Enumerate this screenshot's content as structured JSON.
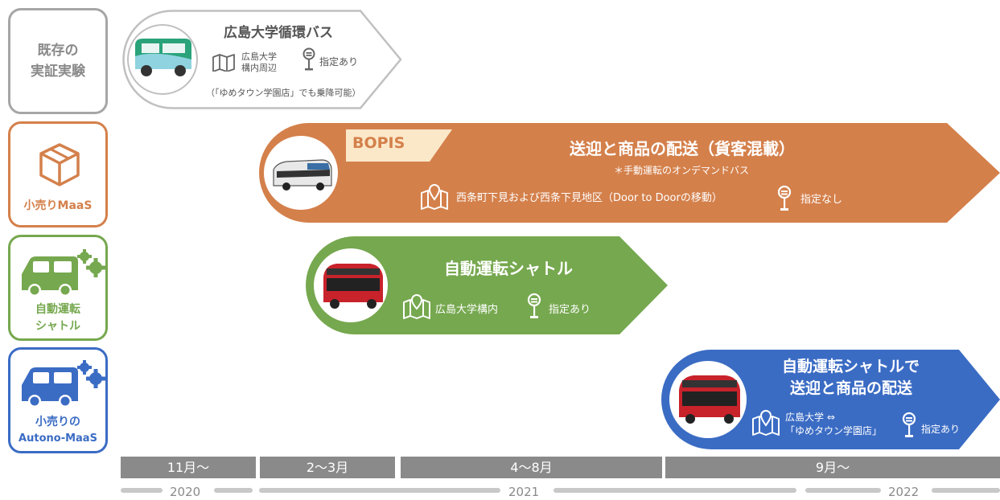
{
  "categories": {
    "existing": {
      "line1": "既存の",
      "line2": "実証実験",
      "color": "#a6a6a6"
    },
    "retail": {
      "label": "小売りMaaS",
      "color": "#d4804b"
    },
    "shuttle": {
      "line1": "自動運転",
      "line2": "シャトル",
      "color": "#76a84f"
    },
    "autono": {
      "line1": "小売りの",
      "line2": "Autono-MaaS",
      "color": "#3b6cc4"
    }
  },
  "phases": {
    "bus": {
      "title": "広島大学循環バス",
      "area_line1": "広島大学",
      "area_line2": "構内周辺",
      "stop": "指定あり",
      "note": "（「ゆめタウン学園店」でも乗降可能）"
    },
    "bopis": {
      "tag": "BOPIS",
      "title": "送迎と商品の配送（貨客混載）",
      "subtitle": "＊手動運転のオンデマンドバス",
      "area": "西条町下見および西条下見地区（Door to Doorの移動）",
      "stop": "指定なし",
      "color": "#d4804b"
    },
    "shuttle": {
      "title": "自動運転シャトル",
      "area": "広島大学構内",
      "stop": "指定あり",
      "color": "#76a84f"
    },
    "delivery": {
      "title_line1": "自動運転シャトルで",
      "title_line2": "送迎と商品の配送",
      "area_line1": "広島大学 ⇔",
      "area_line2": "「ゆめタウン学園店」",
      "stop": "指定あり",
      "color": "#3b6cc4"
    }
  },
  "timeline": {
    "segments": [
      "11月～",
      "2～3月",
      "4～8月",
      "9月～"
    ],
    "years": [
      "2020",
      "2021",
      "2022"
    ]
  },
  "icons": {
    "map": "map-icon",
    "stop": "bus-stop-icon",
    "box": "box-icon",
    "car": "car-icon",
    "gears": "gears-icon"
  }
}
